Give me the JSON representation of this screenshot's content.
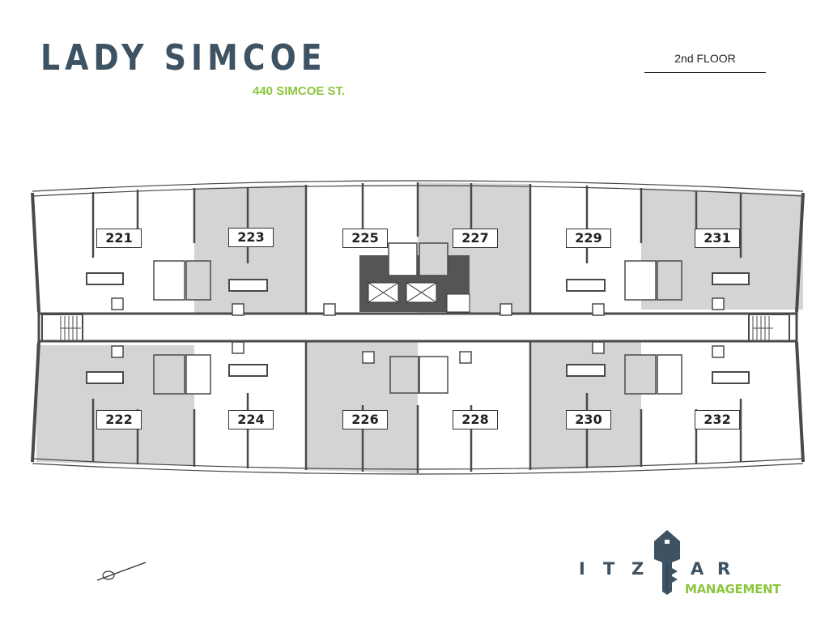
{
  "header": {
    "building_name": "LADY SIMCOE",
    "address": "440 SIMCOE ST.",
    "floor": "2nd FLOOR"
  },
  "colors": {
    "title": "#3d5364",
    "accent_green": "#8cc63f",
    "wall": "#4a4a4a",
    "shaded_unit": "#d4d4d4",
    "unshaded_unit": "#ffffff"
  },
  "units": {
    "north": [
      {
        "number": "221",
        "shaded": false
      },
      {
        "number": "223",
        "shaded": true
      },
      {
        "number": "225",
        "shaded": false
      },
      {
        "number": "227",
        "shaded": true
      },
      {
        "number": "229",
        "shaded": false
      },
      {
        "number": "231",
        "shaded": true
      }
    ],
    "south": [
      {
        "number": "222",
        "shaded": true
      },
      {
        "number": "224",
        "shaded": false
      },
      {
        "number": "226",
        "shaded": true
      },
      {
        "number": "228",
        "shaded": false
      },
      {
        "number": "230",
        "shaded": true
      },
      {
        "number": "232",
        "shaded": false
      }
    ]
  },
  "features": {
    "stairs": [
      "west-stair",
      "east-stair"
    ],
    "elevators": 2,
    "compass": "north-arrow"
  },
  "footer": {
    "logo_letters": [
      "I",
      "T",
      "Z",
      "A",
      "R"
    ],
    "logo_subtitle": "MANAGEMENT",
    "logo_icon": "house-key-icon"
  }
}
